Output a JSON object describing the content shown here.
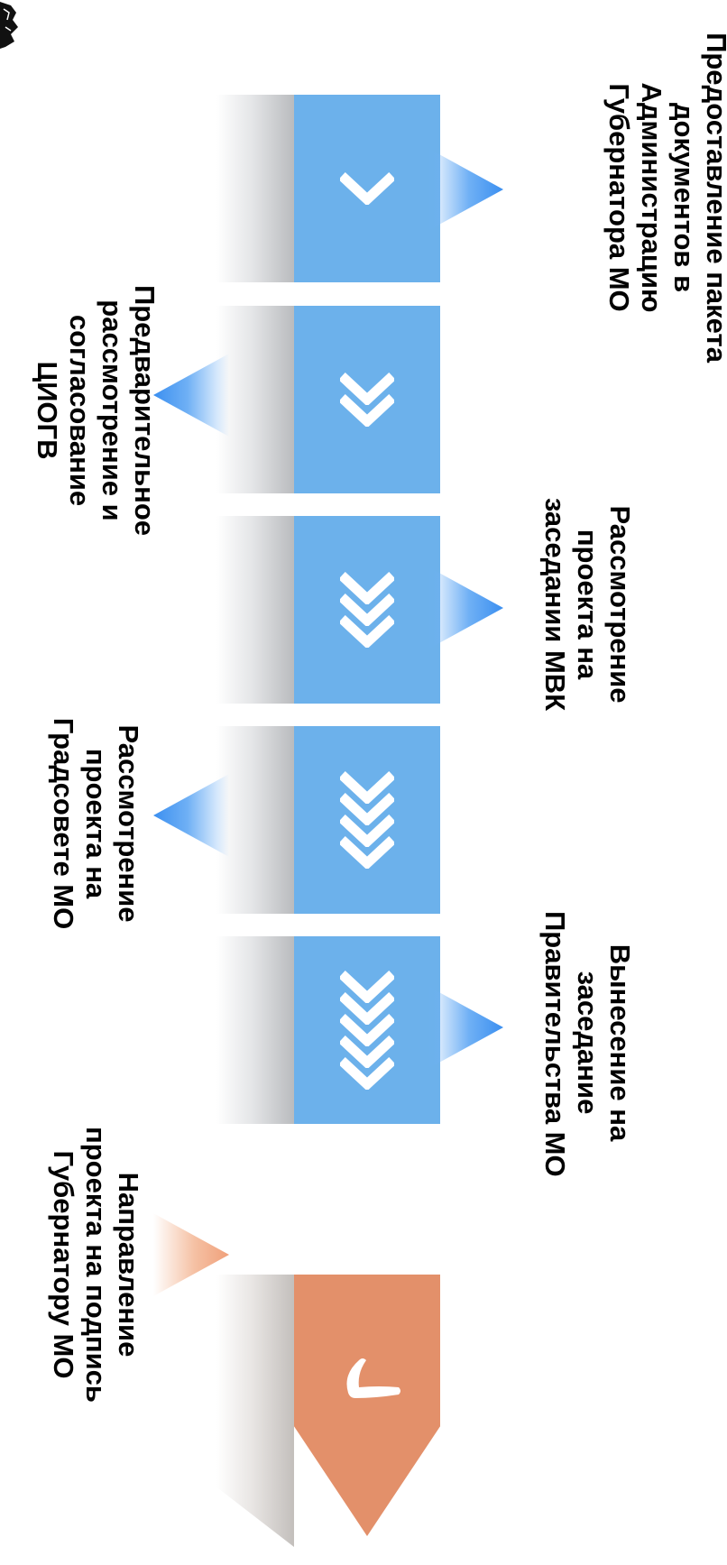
{
  "stages": [
    {
      "lines": [
        "Предоставление пакета",
        "документов в",
        "Администрацию",
        "Губернатора МО"
      ],
      "side": "right",
      "chevrons": 1
    },
    {
      "lines": [
        "Предварительное",
        "рассмотрение и",
        "согласование",
        "ЦИОГВ"
      ],
      "side": "left",
      "chevrons": 2
    },
    {
      "lines": [
        "Рассмотрение",
        "проекта на",
        "заседании МВК"
      ],
      "side": "right",
      "chevrons": 3
    },
    {
      "lines": [
        "Рассмотрение",
        "проекта на",
        "Градсовете МО"
      ],
      "side": "left",
      "chevrons": 4
    },
    {
      "lines": [
        "Вынесение на",
        "заседание",
        "Правительства МО"
      ],
      "side": "right",
      "chevrons": 5
    },
    {
      "lines": [
        "Направление",
        "проекта на подпись",
        "Губернатору МО"
      ],
      "side": "left",
      "final": true
    }
  ],
  "colors": {
    "stage": "#6cb1eb",
    "final": "#e3906a",
    "pointer_blue": "#3b8ff0",
    "pointer_orange": "#f0a07a"
  },
  "icons": {
    "step": "chevron-down-icon",
    "final": "checkmark-icon"
  }
}
